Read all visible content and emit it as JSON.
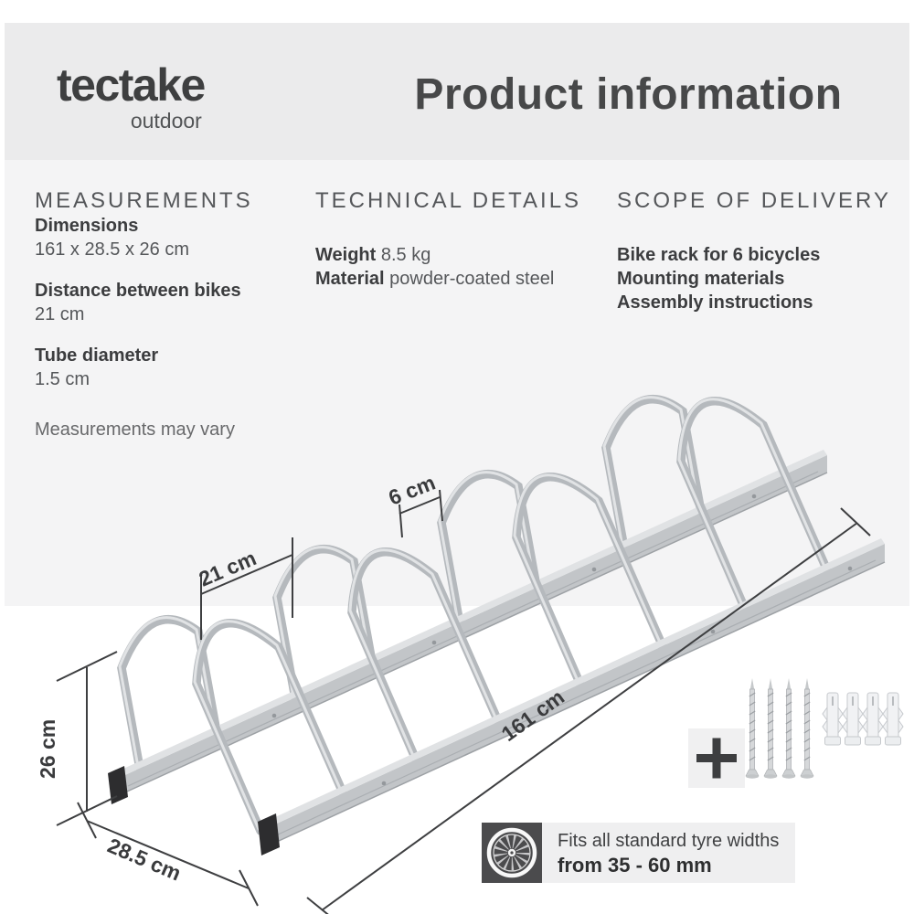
{
  "header": {
    "logo_main": "tectake",
    "logo_sub": "outdoor",
    "title": "Product information"
  },
  "measurements": {
    "heading": "MEASUREMENTS",
    "items": [
      {
        "label": "Dimensions",
        "value": "161 x 28.5 x 26 cm"
      },
      {
        "label": "Distance between bikes",
        "value": "21 cm"
      },
      {
        "label": "Tube diameter",
        "value": "1.5 cm"
      }
    ],
    "note": "Measurements may vary"
  },
  "technical": {
    "heading": "TECHNICAL DETAILS",
    "items": [
      {
        "label": "Weight",
        "value": "8.5 kg"
      },
      {
        "label": "Material",
        "value": "powder-coated steel"
      }
    ]
  },
  "delivery": {
    "heading": "SCOPE OF DELIVERY",
    "items": [
      "Bike rack for 6 bicycles",
      "Mounting materials",
      "Assembly instructions"
    ]
  },
  "diagram": {
    "labels": {
      "height": "26 cm",
      "depth": "28.5 cm",
      "length": "161 cm",
      "distance": "21 cm",
      "gap": "6 cm"
    },
    "hardware": {
      "screws": 4,
      "wall_plugs": 4
    },
    "icons": {
      "plus": "plus-icon",
      "wheel": "bicycle-wheel-icon"
    }
  },
  "badge": {
    "line1": "Fits all standard tyre widths",
    "line2": "from 35 - 60 mm"
  },
  "colors": {
    "header_bg": "#ebebec",
    "panel_bg": "#f4f4f5",
    "text_dark": "#3c3d3f",
    "text_mid": "#55575a",
    "steel": "#b5b9bd",
    "dim_line": "#3e3f41",
    "badge_dark": "#4b4b4d",
    "badge_light": "#efeff0"
  }
}
